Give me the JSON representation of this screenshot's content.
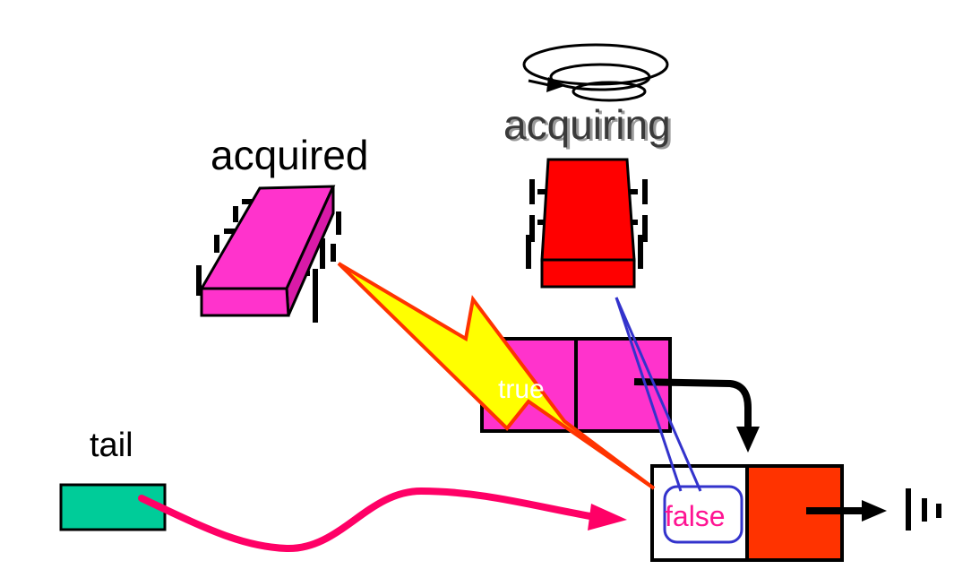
{
  "labels": {
    "acquired": "acquired",
    "acquiring": "acquiring",
    "tail": "tail",
    "node_old_value": "true",
    "node_new_value": "false"
  },
  "colors": {
    "acquired_thread": "#ff33cc",
    "acquiring_thread": "#ff0000",
    "old_node": "#ff33cc",
    "new_node_next": "#ff3300",
    "tail_pointer": "#00cc99",
    "curve_arrow": "#ff0066",
    "lightning_fill": "#ffff00",
    "lightning_stroke": "#ff3300",
    "spin_link": "#3333cc",
    "false_text": "#ff1493"
  },
  "icons": {
    "acquired_thread": "chip-icon",
    "acquiring_thread": "chip-icon",
    "spinning": "spin-coil-icon",
    "lightning": "lightning-icon",
    "null_pointer": "ground-icon"
  }
}
